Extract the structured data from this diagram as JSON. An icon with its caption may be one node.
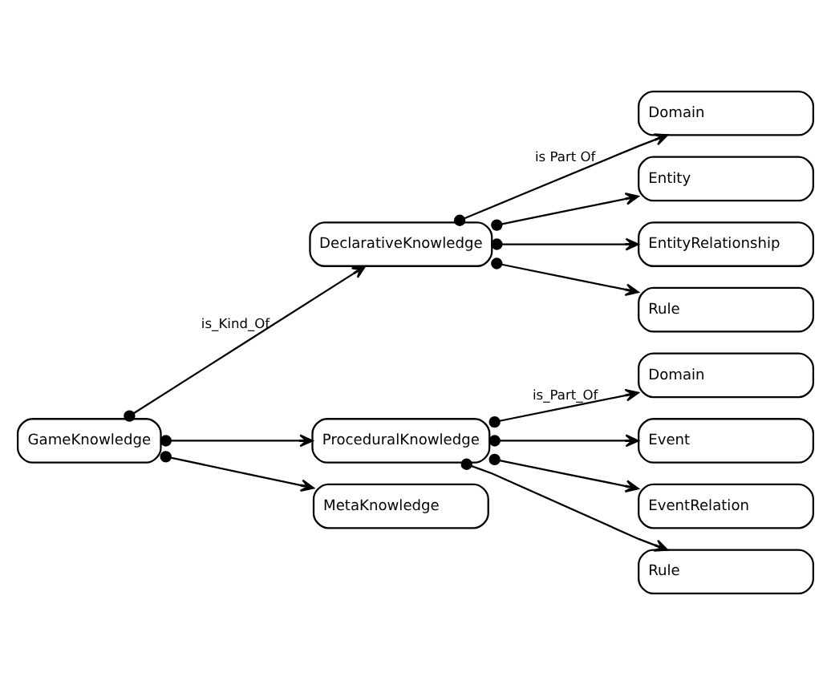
{
  "diagram": {
    "nodes": [
      {
        "text": [
          "GameKnowledge"
        ]
      },
      {
        "text": [
          "DeclarativeKnowledge"
        ]
      },
      {
        "text": [
          "ProceduralKnowledge"
        ]
      },
      {
        "text": [
          "MetaKnowledge"
        ]
      },
      {
        "text": [
          "Domain"
        ]
      },
      {
        "text": [
          "Entity"
        ]
      },
      {
        "text": [
          "EntityRelationship"
        ]
      },
      {
        "text": [
          "Rule"
        ]
      },
      {
        "text": [
          "Domain"
        ]
      },
      {
        "text": [
          "Event"
        ]
      },
      {
        "text": [
          "EventRelation"
        ]
      },
      {
        "text": [
          "Rule"
        ]
      }
    ],
    "edges": [
      {
        "from": 0,
        "to": 1,
        "arrow": "to",
        "label": "is_Kind_Of"
      },
      {
        "from": 0,
        "to": 2,
        "arrow": "to"
      },
      {
        "from": 0,
        "to": 3,
        "arrow": "to"
      },
      {
        "from": 1,
        "to": 4,
        "arrow": "to",
        "label": "is Part Of"
      },
      {
        "from": 1,
        "to": 5,
        "arrow": "to"
      },
      {
        "from": 1,
        "to": 6,
        "arrow": "to"
      },
      {
        "from": 1,
        "to": 7,
        "arrow": "to"
      },
      {
        "from": 2,
        "to": 8,
        "arrow": "to",
        "label": "is_Part_Of"
      },
      {
        "from": 2,
        "to": 9,
        "arrow": "to"
      },
      {
        "from": 2,
        "to": 10,
        "arrow": "to"
      },
      {
        "from": 2,
        "to": 11,
        "arrow": "to"
      }
    ]
  }
}
